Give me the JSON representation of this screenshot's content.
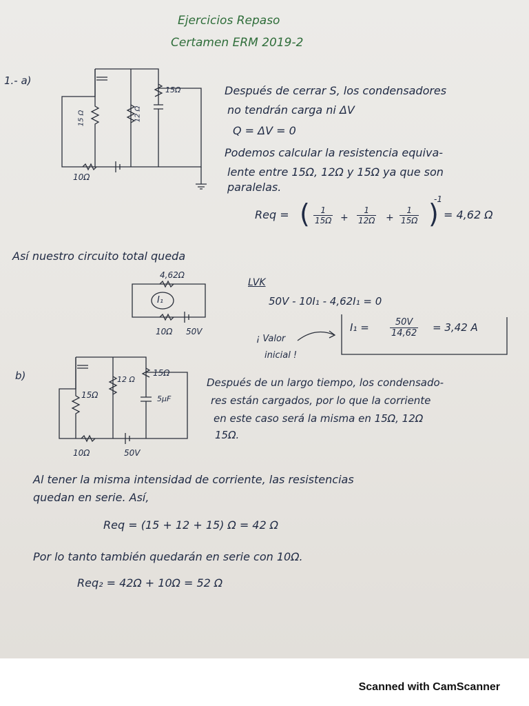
{
  "title": "Ejercicios Repaso",
  "subtitle": "Certamen ERM 2019-2",
  "part_a": {
    "label": "1.- a)",
    "circuit_labels": {
      "r_top_right": "15Ω",
      "r_left": "15 Ω",
      "r_mid": "12 Ω",
      "r_bottom": "10Ω"
    },
    "text": [
      "Después de cerrar S, los condensadores",
      "no tendrán carga ni ΔV",
      "Q = ΔV = 0",
      "Podemos calcular la resistencia equiva-",
      "lente entre 15Ω, 12Ω y 15Ω ya que son",
      "paralelas."
    ],
    "req_label": "Req =",
    "req_fracs": [
      {
        "num": "1",
        "den": "15Ω"
      },
      {
        "num": "1",
        "den": "12Ω"
      },
      {
        "num": "1",
        "den": "15Ω"
      }
    ],
    "req_exp": "-1",
    "req_result": "= 4,62 Ω",
    "total_text": "Así nuestro circuito total queda",
    "circuit2_labels": {
      "r_top": "4,62Ω",
      "current": "I₁",
      "r_bottom": "10Ω",
      "source": "50V"
    },
    "lvk_title": "LVK",
    "lvk_eq": "50V - 10I₁ - 4,62I₁ = 0",
    "note": [
      "¡ Valor",
      "inicial !"
    ],
    "i1_label": "I₁ =",
    "i1_num": "50V",
    "i1_den": "14,62",
    "i1_result": "= 3,42 A"
  },
  "part_b": {
    "label": "b)",
    "circuit_labels": {
      "r_top_right": "15Ω",
      "r_left": "15Ω",
      "r_mid": "12 Ω",
      "cap": "5μF",
      "r_bottom": "10Ω",
      "source": "50V"
    },
    "text": [
      "Después de un largo tiempo, los condensado-",
      "res están cargados, por lo que la corriente",
      "en este caso será la misma en 15Ω, 12Ω",
      "15Ω."
    ],
    "text2": [
      "Al tener la misma intensidad de corriente, las resistencias",
      "quedan en serie. Así,"
    ],
    "req_eq": "Req = (15 + 12 + 15) Ω = 42 Ω",
    "text3": "Por lo tanto también quedarán en serie con 10Ω.",
    "req2_eq": "Req₂ = 42Ω + 10Ω = 52 Ω"
  },
  "footer": "Scanned with CamScanner"
}
